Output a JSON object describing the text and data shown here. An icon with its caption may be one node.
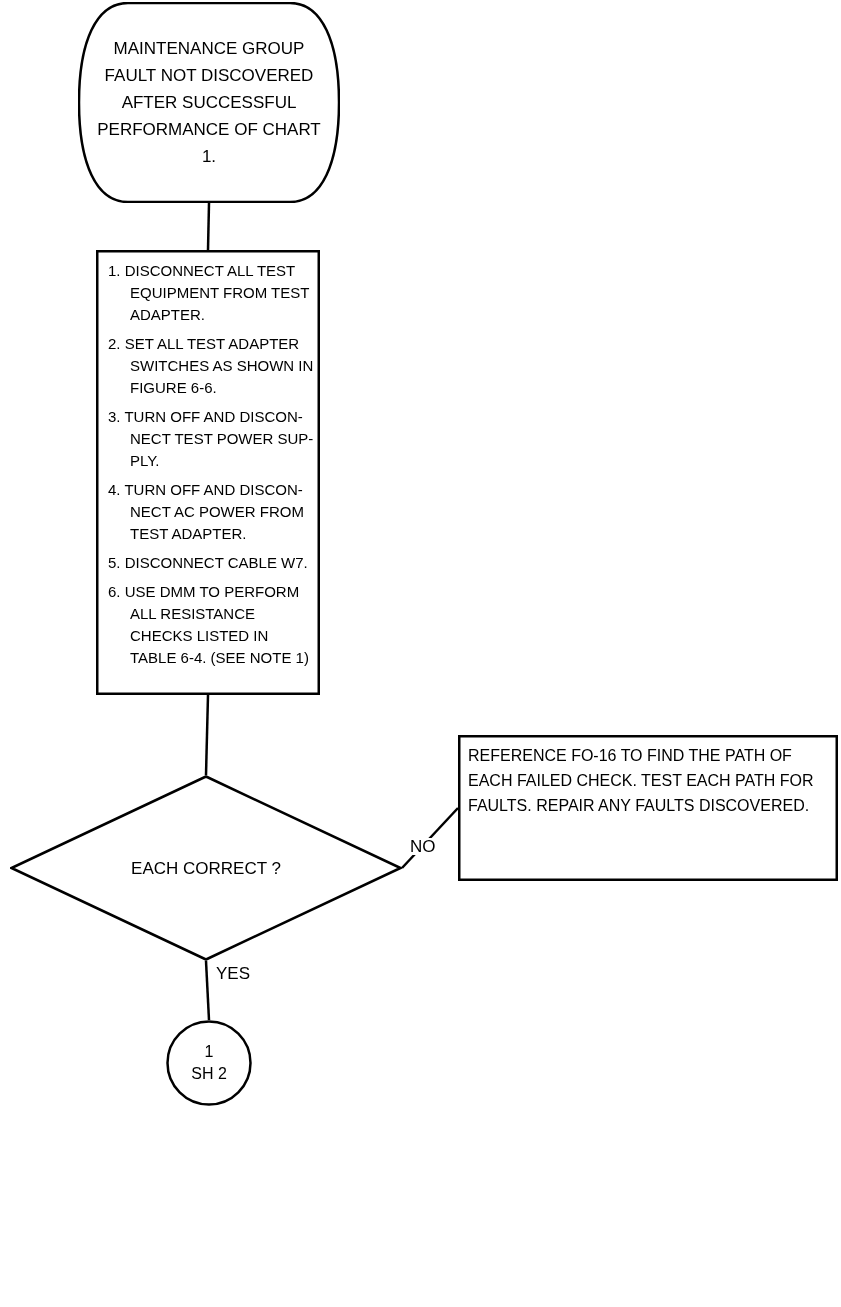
{
  "diagram": {
    "nodes": [
      {
        "text": [
          "MAINTENANCE GROUP FAULT NOT DISCOVERED AFTER SUCCESSFUL PERFORMANCE OF CHART 1."
        ]
      },
      {
        "text": [
          "1. DISCONNECT ALL TEST EQUIPMENT FROM TEST ADAPTER.",
          "2. SET ALL TEST ADAPTER SWITCHES AS SHOWN IN FIGURE 6-6.",
          "3. TURN OFF AND DISCON- NECT TEST POWER SUP- PLY.",
          "4. TURN OFF AND DISCON- NECT AC POWER FROM TEST ADAPTER.",
          "5. DISCONNECT CABLE W7.",
          "6. USE DMM TO PERFORM ALL RESISTANCE CHECKS LISTED IN TABLE 6-4. (SEE NOTE 1)"
        ]
      },
      {
        "text": [
          "EACH CORRECT ?"
        ]
      },
      {
        "text": [
          "REFERENCE FO-16 TO FIND THE PATH OF EACH FAILED CHECK. TEST EACH PATH FOR FAULTS. REPAIR ANY FAULTS DISCOVERED."
        ]
      },
      {
        "text": [
          "1",
          "SH 2"
        ]
      }
    ],
    "edges": [
      {
        "from": 0,
        "to": 1,
        "arrow": "none"
      },
      {
        "from": 1,
        "to": 2,
        "arrow": "none"
      },
      {
        "from": 2,
        "to": 3,
        "arrow": "none",
        "label": "NO"
      },
      {
        "from": 2,
        "to": 4,
        "arrow": "none",
        "label": "YES"
      }
    ]
  }
}
